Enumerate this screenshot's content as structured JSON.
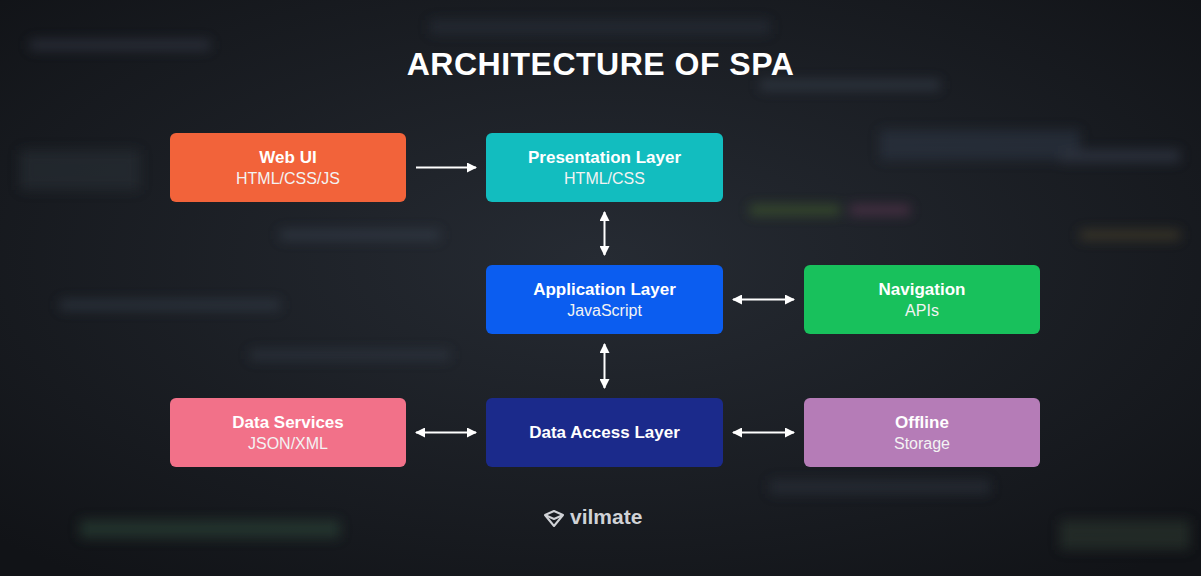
{
  "diagram": {
    "title": "ARCHITECTURE OF SPA",
    "nodes": [
      {
        "text": [
          "Web UI",
          "HTML/CSS/JS"
        ]
      },
      {
        "text": [
          "Presentation Layer",
          "HTML/CSS"
        ]
      },
      {
        "text": [
          "Application Layer",
          "JavaScript"
        ]
      },
      {
        "text": [
          "Navigation",
          "APIs"
        ]
      },
      {
        "text": [
          "Data Services",
          "JSON/XML"
        ]
      },
      {
        "text": [
          "Data Access Layer"
        ]
      },
      {
        "text": [
          "Offline",
          "Storage"
        ]
      }
    ],
    "edges": [
      {
        "from": 0,
        "to": 1,
        "arrow": "to"
      },
      {
        "from": 1,
        "to": 2,
        "arrow": "both"
      },
      {
        "from": 2,
        "to": 3,
        "arrow": "both"
      },
      {
        "from": 2,
        "to": 5,
        "arrow": "both"
      },
      {
        "from": 5,
        "to": 4,
        "arrow": "both"
      },
      {
        "from": 5,
        "to": 6,
        "arrow": "both"
      }
    ],
    "labels": [
      "vilmate"
    ]
  }
}
